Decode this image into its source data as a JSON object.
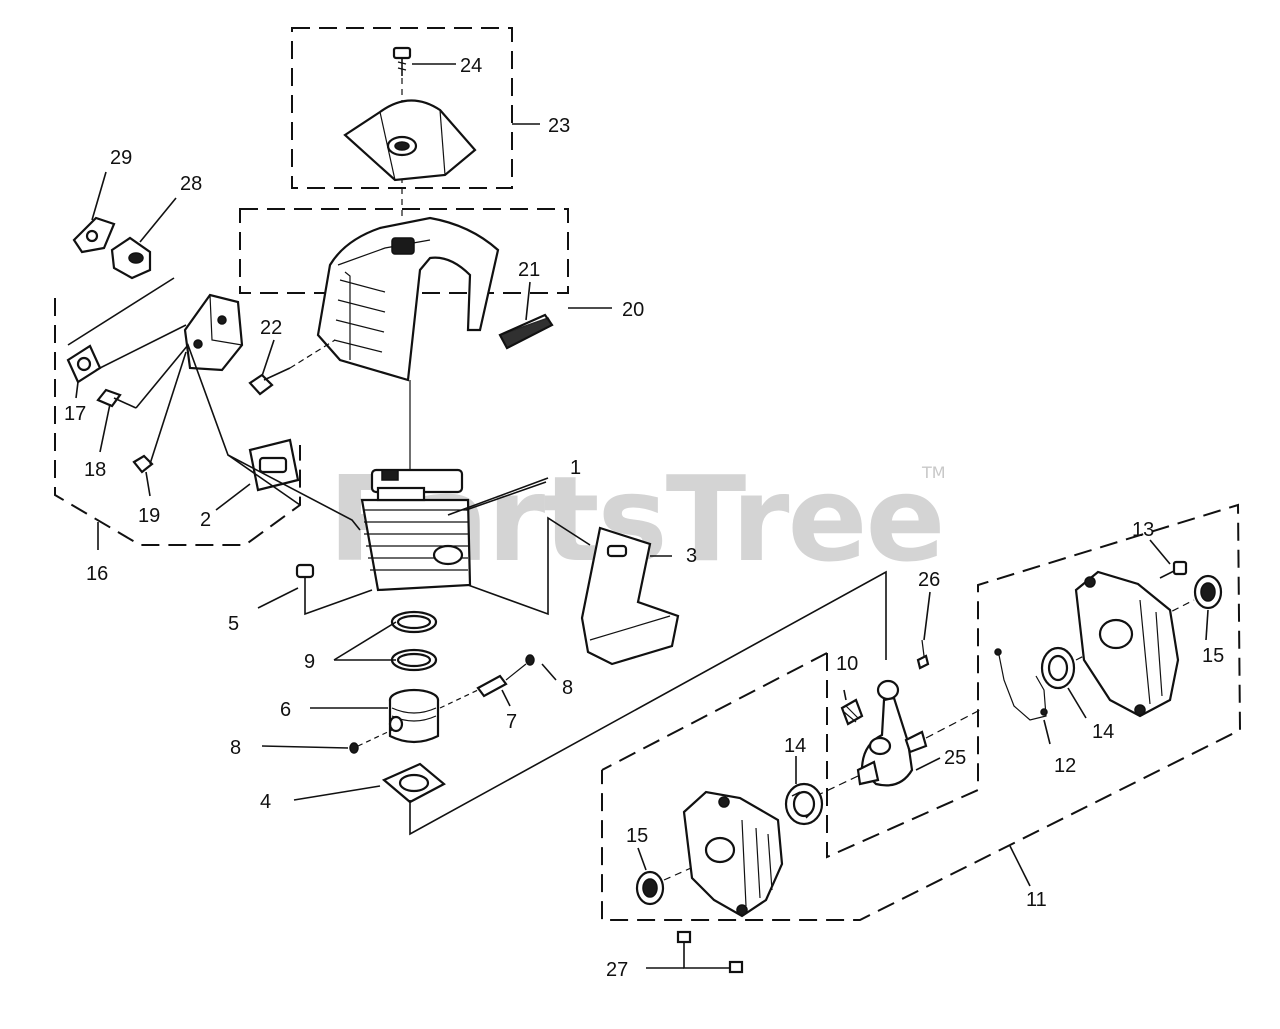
{
  "watermark": {
    "text": "PartsTree",
    "trademark": "TM"
  },
  "callouts": [
    {
      "id": "c1",
      "label": "1"
    },
    {
      "id": "c2",
      "label": "2"
    },
    {
      "id": "c3",
      "label": "3"
    },
    {
      "id": "c4",
      "label": "4"
    },
    {
      "id": "c5",
      "label": "5"
    },
    {
      "id": "c6",
      "label": "6"
    },
    {
      "id": "c7",
      "label": "7"
    },
    {
      "id": "c8a",
      "label": "8"
    },
    {
      "id": "c8b",
      "label": "8"
    },
    {
      "id": "c9",
      "label": "9"
    },
    {
      "id": "c10",
      "label": "10"
    },
    {
      "id": "c11",
      "label": "11"
    },
    {
      "id": "c12",
      "label": "12"
    },
    {
      "id": "c13",
      "label": "13"
    },
    {
      "id": "c14a",
      "label": "14"
    },
    {
      "id": "c14b",
      "label": "14"
    },
    {
      "id": "c15a",
      "label": "15"
    },
    {
      "id": "c15b",
      "label": "15"
    },
    {
      "id": "c16",
      "label": "16"
    },
    {
      "id": "c17",
      "label": "17"
    },
    {
      "id": "c18",
      "label": "18"
    },
    {
      "id": "c19",
      "label": "19"
    },
    {
      "id": "c20",
      "label": "20"
    },
    {
      "id": "c21",
      "label": "21"
    },
    {
      "id": "c22",
      "label": "22"
    },
    {
      "id": "c23",
      "label": "23"
    },
    {
      "id": "c24",
      "label": "24"
    },
    {
      "id": "c25",
      "label": "25"
    },
    {
      "id": "c26",
      "label": "26"
    },
    {
      "id": "c27",
      "label": "27"
    },
    {
      "id": "c28",
      "label": "28"
    },
    {
      "id": "c29",
      "label": "29"
    }
  ]
}
